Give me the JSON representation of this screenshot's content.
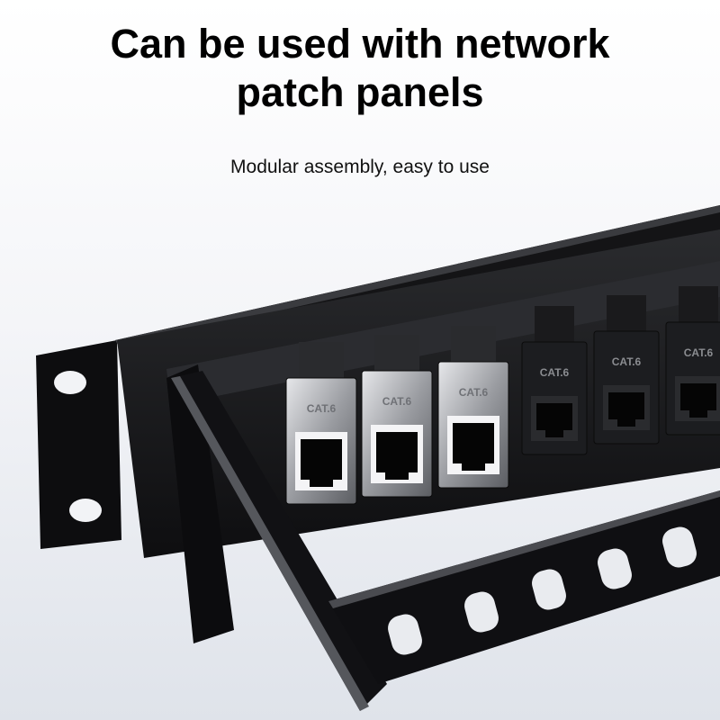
{
  "heading": {
    "line1": "Can be used with network",
    "line2": "patch panels"
  },
  "subtitle": "Modular assembly, easy to use",
  "product": {
    "keystones": [
      {
        "label": "CAT.6",
        "finish": "silver"
      },
      {
        "label": "CAT.6",
        "finish": "silver"
      },
      {
        "label": "CAT.6",
        "finish": "silver"
      },
      {
        "label": "CAT.6",
        "finish": "black"
      },
      {
        "label": "CAT.6",
        "finish": "black"
      },
      {
        "label": "CAT.6",
        "finish": "black"
      }
    ]
  },
  "colors": {
    "panel": "#0b0b0d",
    "silver": "#a9abb0",
    "background": "#eef0f4"
  }
}
